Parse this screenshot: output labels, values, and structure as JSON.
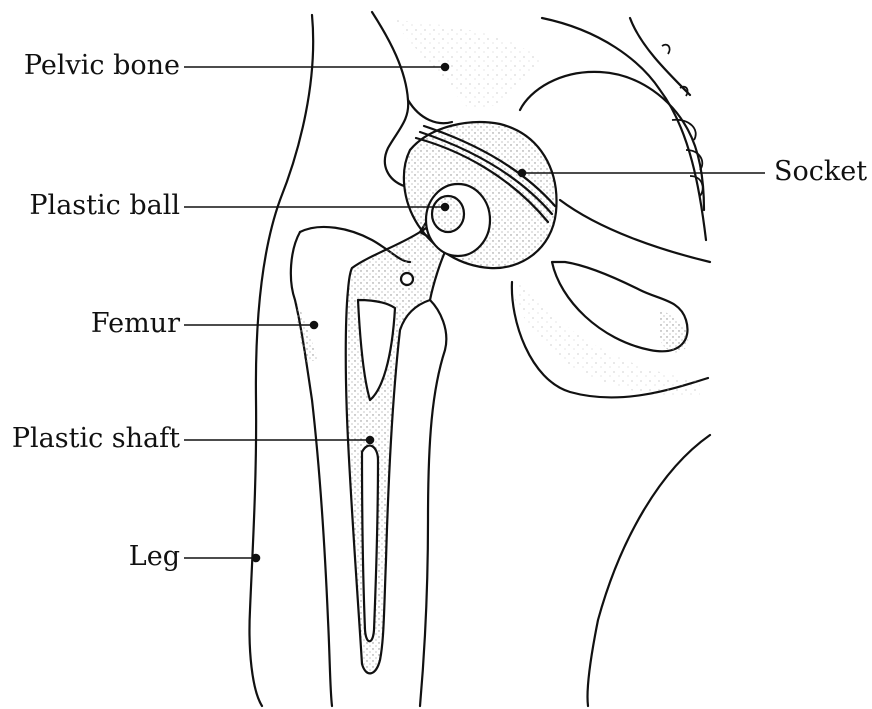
{
  "labels": {
    "pelvic_bone": "Pelvic bone",
    "plastic_ball": "Plastic ball",
    "femur": "Femur",
    "plastic_shaft": "Plastic shaft",
    "leg": "Leg",
    "socket": "Socket"
  },
  "colors": {
    "ink": "#111111",
    "stipple": "#9a9a9a",
    "background": "#ffffff"
  }
}
